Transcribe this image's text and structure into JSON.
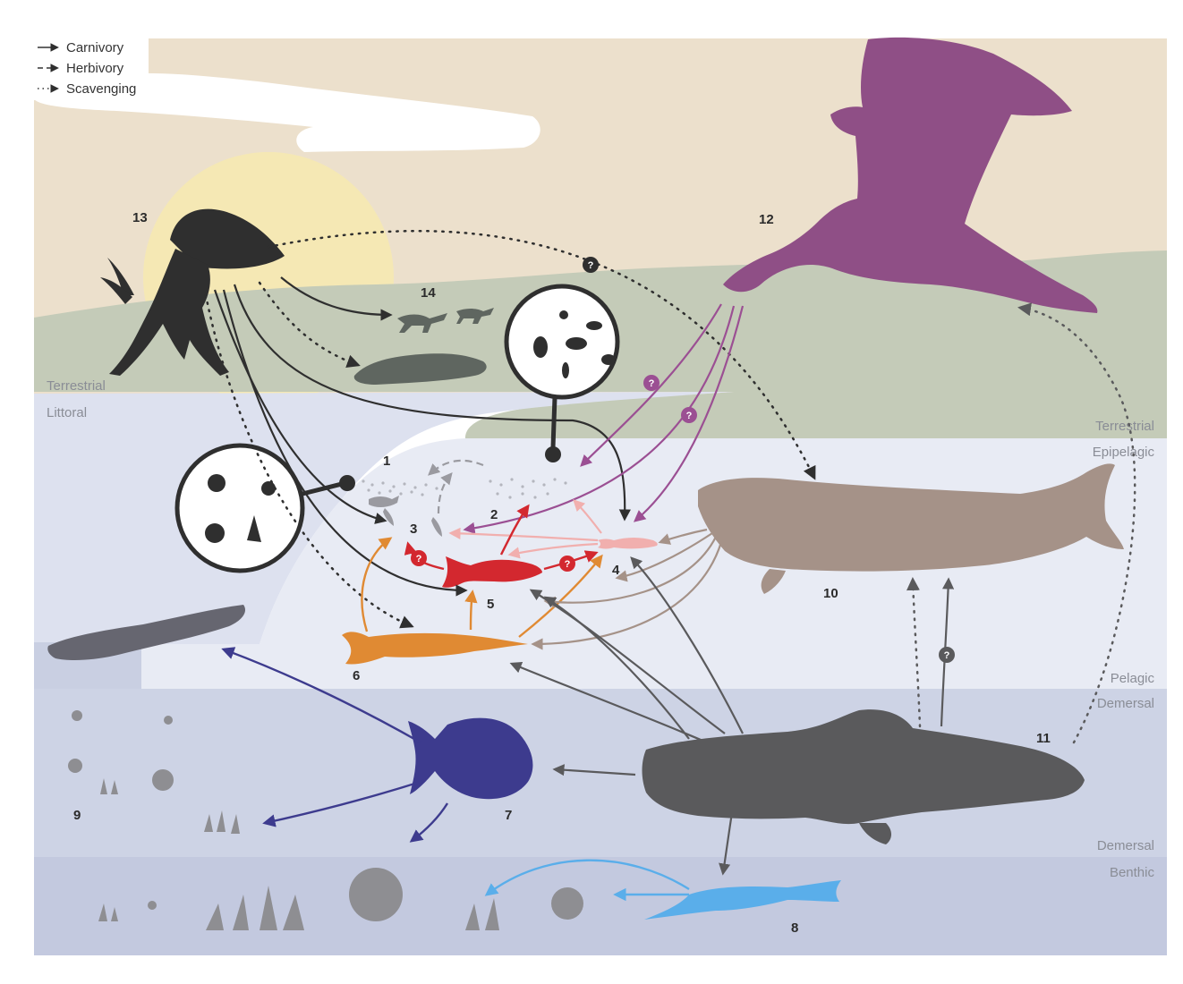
{
  "legend": {
    "carnivory": "Carnivory",
    "herbivory": "Herbivory",
    "scavenging": "Scavenging"
  },
  "zones": {
    "terrestrial_left": "Terrestrial",
    "littoral": "Littoral",
    "terrestrial_right": "Terrestrial",
    "epipelagic": "Epipelagic",
    "pelagic": "Pelagic",
    "demersal_top": "Demersal",
    "demersal_bottom": "Demersal",
    "benthic": "Benthic"
  },
  "taxa": [
    {
      "id": "1",
      "label": "1"
    },
    {
      "id": "2",
      "label": "2"
    },
    {
      "id": "3",
      "label": "3"
    },
    {
      "id": "4",
      "label": "4"
    },
    {
      "id": "5",
      "label": "5"
    },
    {
      "id": "6",
      "label": "6"
    },
    {
      "id": "7",
      "label": "7"
    },
    {
      "id": "8",
      "label": "8"
    },
    {
      "id": "9",
      "label": "9"
    },
    {
      "id": "10",
      "label": "10"
    },
    {
      "id": "11",
      "label": "11"
    },
    {
      "id": "12",
      "label": "12"
    },
    {
      "id": "13",
      "label": "13"
    },
    {
      "id": "14",
      "label": "14"
    }
  ],
  "uncertain_marker": "?",
  "colors": {
    "sky": "#ece0cc",
    "land": "#c4cbb8",
    "littoral": "#dde1ef",
    "epipelagic": "#e6e9f3",
    "demersal": "#cdd3e5",
    "benthic": "#c3c9df",
    "taxon_12": "#8f4f86",
    "taxon_13": "#2f2f2f",
    "taxon_11": "#5a5a5c",
    "taxon_10": "#a59288",
    "taxon_7": "#3d3b8e",
    "taxon_8": "#5aaeea",
    "taxon_6": "#e08a33",
    "taxon_5": "#d3282f",
    "taxon_4": "#f1afae",
    "prey_grey": "#8e8e92"
  }
}
